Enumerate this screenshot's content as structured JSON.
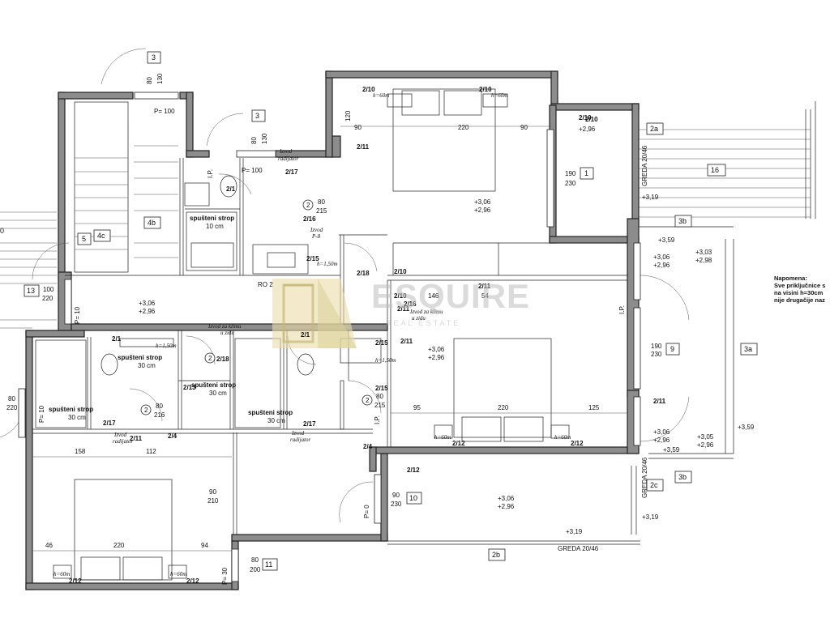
{
  "door_tags": {
    "d3a": "3",
    "d3b": "3",
    "d1": "1",
    "d16": "16",
    "d2a": "2a",
    "d3b1": "3b",
    "d3b2": "3b",
    "d3a2": "3a",
    "d9": "9",
    "d2c": "2c",
    "d2b": "2b",
    "d10": "10",
    "d11": "11",
    "d13": "13",
    "d5": "5",
    "d4c": "4c",
    "d4b": "4b",
    "d0": "0"
  },
  "dims": {
    "w80_130a_1": "80",
    "w80_130a_2": "130",
    "w80_130b_1": "80",
    "w80_130b_2": "130",
    "p100a": "P= 100",
    "p100b": "P= 100",
    "top90a": "90",
    "top220": "220",
    "top90b": "90",
    "v120": "120",
    "w190_1": "190",
    "w230_1": "230",
    "w80_215a_1": "80",
    "w80_215a_2": "215",
    "w146": "146",
    "w54": "54",
    "w190_9": "190",
    "w230_9": "230",
    "w80_215b_1": "80",
    "w80_215b_2": "215",
    "b95": "95",
    "b220": "220",
    "b125": "125",
    "w80_216_1": "80",
    "w80_216_2": "216",
    "w158": "158",
    "w112": "112",
    "w90_210_1": "90",
    "w90_210_2": "210",
    "w90_230_1": "90",
    "w230_10": "230",
    "b46": "46",
    "b220b": "220",
    "b94": "94",
    "w80_200_1": "80",
    "w80_200_2": "200",
    "w100_220_1": "100",
    "w100_220_2": "220",
    "w80_220_1": "80",
    "w80_220_2": "220",
    "p10a": "P= 10",
    "p10b": "P= 10",
    "p30": "P= 30",
    "p0": "P= 0",
    "ip1": "I.P.",
    "ip2": "I.P.",
    "ip3": "I.P."
  },
  "levels": {
    "l1a": "+3,06",
    "l1b": "+2,96",
    "l2a": "+3,06",
    "l2b": "+2,96",
    "l3a": "+3,06",
    "l3b": "+2,96",
    "l4a": "+3,06",
    "l4b": "+2,96",
    "l5a": "+3,06",
    "l5b": "+2,96",
    "l6a": "+3,03",
    "l6b": "+2,98",
    "l7a": "+3,06",
    "l7b": "+2,96",
    "l8a": "+3,05",
    "l8b": "+2,96",
    "l9": "+2,96",
    "l10": "+3,19",
    "l11": "+3,59",
    "l12": "+3,59",
    "l13": "+3,59",
    "l14": "+3,19",
    "l15": "+3,19"
  },
  "codes": {
    "c1": "2/10",
    "c2": "2/10",
    "c3": "2/10",
    "c4": "2/11",
    "c5": "2/17",
    "c6": "2/1",
    "c7": "2/16",
    "c8": "2/15",
    "c9": "2/18",
    "c10": "2/10",
    "c11": "2/11",
    "c12": "2/10",
    "c13": "2/16",
    "c14": "2/1",
    "c15": "2/18",
    "c16": "2/15",
    "c17": "2/11",
    "c18": "2/1",
    "c19": "2/17",
    "c20": "2/11",
    "c21": "2/4",
    "c22": "2/13",
    "c23": "2/17",
    "c24": "2/4",
    "c25": "2/12",
    "c26": "2/12",
    "c27": "2/12",
    "c28": "2/12",
    "c29": "2/12",
    "c30": "2/11",
    "c31": "2/15",
    "c32": "2/11",
    "c33": "2/10"
  },
  "heights": {
    "h1": "h=60m",
    "h2": "h=60m",
    "h3": "h=1,50m",
    "h4": "h=1,50m",
    "h5": "h=1,50m",
    "h6": "h=60m",
    "h7": "h=60m",
    "h8": "h=60m",
    "h9": "h=60m"
  },
  "circles": {
    "k1": "2",
    "k2": "2",
    "k3": "2",
    "k4": "2"
  },
  "ceilings": {
    "s1a": "spušteni strop",
    "s1b": "10 cm",
    "s2a": "spušteni strop",
    "s2b": "30 cm",
    "s3a": "spušteni strop",
    "s3b": "30 cm",
    "s4a": "spušteni strop",
    "s4b": "30 cm",
    "s5a": "spušteni strop",
    "s5b": "30 cm"
  },
  "annotations": {
    "a1a": "Izvod",
    "a1b": "radijator",
    "a2a": "Izvod",
    "a2b": "P-8",
    "a3a": "Izvod za klimu",
    "a3b": "u zidu",
    "a4a": "Izvod za klimu",
    "a4b": "u zidu",
    "a5a": "Izvod",
    "a5b": "radijator",
    "a6a": "Izvod",
    "a6b": "radijator",
    "ro2": "RO 2"
  },
  "beams": {
    "g1": "GREDA 20/46",
    "g2": "GREDA 20/46",
    "g3": "GREDA 20/46"
  },
  "note": {
    "title": "Napomena:",
    "line1": "Sve priključnice s",
    "line2": "na visini h=30cm",
    "line3": "nije drugačije naz"
  },
  "watermark": {
    "text": "ESQUIRE",
    "sub": "REAL ESTATE"
  },
  "colors": {
    "wall": "#8c8c8c",
    "line": "#222222",
    "watermark": "#c8c8c8",
    "logo_gold": "#e9dca6"
  }
}
